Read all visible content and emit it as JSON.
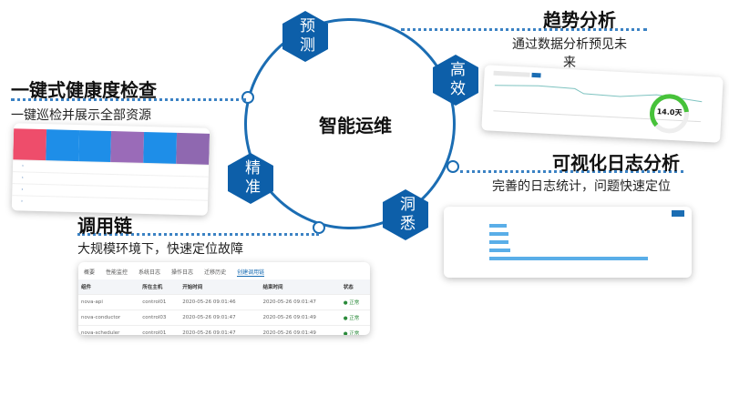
{
  "center_label": "智能运维",
  "hexagons": [
    {
      "label": "预测"
    },
    {
      "label": "高效"
    },
    {
      "label": "精准"
    },
    {
      "label": "洞悉"
    }
  ],
  "features": {
    "trend": {
      "title": "趋势分析",
      "subtitle": "通过数据分析预见未来"
    },
    "health": {
      "title": "一键式健康度检查",
      "subtitle": "一键巡检并展示全部资源"
    },
    "log": {
      "title": "可视化日志分析",
      "subtitle": "完善的日志统计，问题快速定位"
    },
    "trace": {
      "title": "调用链",
      "subtitle": "大规模环境下，快速定位故障"
    }
  },
  "trace_table": {
    "tabs": [
      "概要",
      "性能监控",
      "系统日志",
      "操作日志",
      "迁移历史",
      "创建调用链"
    ],
    "active_tab": 5,
    "headers": [
      "组件",
      "所在主机",
      "开始时间",
      "结束时间",
      "状态"
    ],
    "rows": [
      [
        "nova-api",
        "control01",
        "2020-05-26 09:01:46",
        "2020-05-26 09:01:47",
        "正常"
      ],
      [
        "nova-conductor",
        "control03",
        "2020-05-26 09:01:47",
        "2020-05-26 09:01:49",
        "正常"
      ],
      [
        "nova-scheduler",
        "control01",
        "2020-05-26 09:01:47",
        "2020-05-26 09:01:49",
        "正常"
      ]
    ]
  },
  "trend_gauge": {
    "value": "14.0天",
    "fraction": 0.8
  },
  "log_chart": {
    "values": [
      0.09,
      0.1,
      0.1,
      0.11,
      0.83
    ]
  },
  "colors": {
    "primary": "#1b6db3",
    "hex": "#0d5fa9",
    "tiles": [
      "#ee4d6b",
      "#1e8ee8",
      "#1e8ee8",
      "#9a6bb8",
      "#1e8ee8",
      "#8f68b0"
    ]
  }
}
